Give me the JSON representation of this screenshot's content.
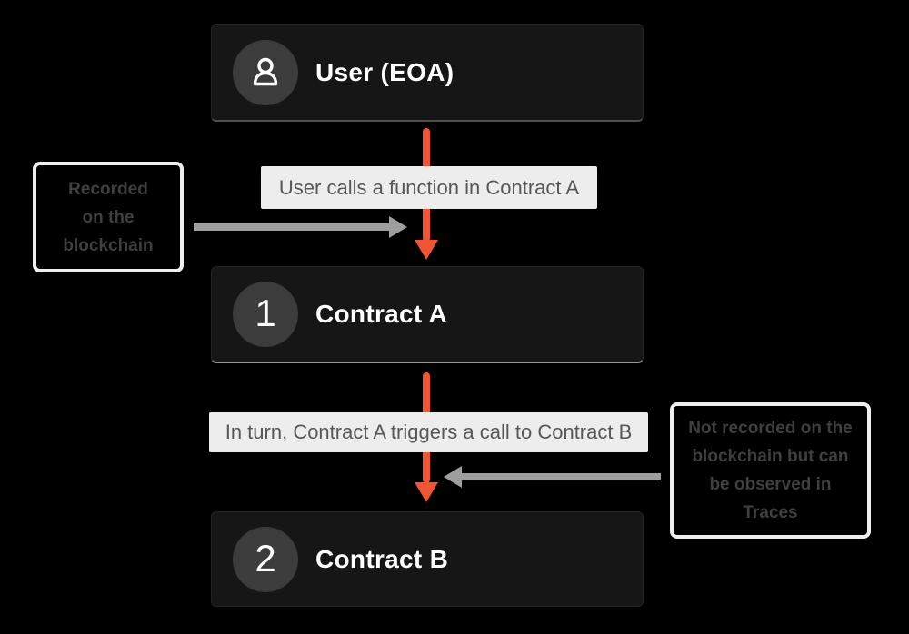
{
  "nodes": {
    "user": {
      "title": "User (EOA)",
      "badge_icon": "person-icon"
    },
    "contract_a": {
      "title": "Contract A",
      "badge": "1"
    },
    "contract_b": {
      "title": "Contract B",
      "badge": "2"
    }
  },
  "edges": {
    "user_to_a": {
      "label": "User calls a function in Contract A"
    },
    "a_to_b": {
      "label": "In turn, Contract A triggers a call to Contract B"
    }
  },
  "annotations": {
    "left": {
      "lines": [
        "Recorded",
        "on the",
        "blockchain"
      ]
    },
    "right": {
      "lines": [
        "Not recorded on the",
        "blockchain but can",
        "be observed in",
        "Traces"
      ]
    }
  },
  "colors": {
    "background": "#000000",
    "node_bg": "#161616",
    "accent_orange": "#F25534",
    "arrow_gray": "#9E9E9E",
    "label_bg": "#EDEDED",
    "label_text": "#57575A",
    "annotation_border": "#EFEFEF",
    "annotation_text": "#3F3F3F"
  }
}
